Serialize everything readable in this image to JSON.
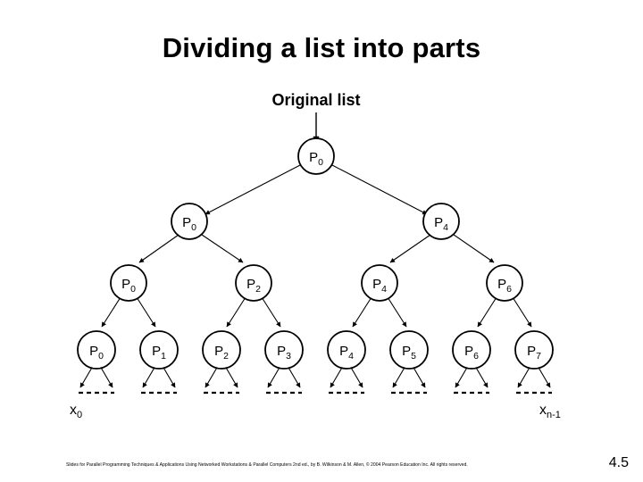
{
  "slide": {
    "title": "Dividing a list into parts",
    "page_number": "4.5",
    "footer_credit": "Slides for Parallel Programming Techniques & Applications Using Networked Workstations & Parallel Computers 2nd ed., by B. Wilkinson & M. Allen, © 2004 Pearson Education Inc. All rights reserved.",
    "background_color": "#ffffff",
    "ink_color": "#000000"
  },
  "diagram": {
    "type": "binary-tree",
    "top_label": "Original list",
    "left_axis_label": "x",
    "levels": [
      {
        "level": 1,
        "nodes": [
          {
            "label": "P",
            "sub": "0"
          }
        ]
      },
      {
        "level": 2,
        "nodes": [
          {
            "label": "P",
            "sub": "0"
          },
          {
            "label": "P",
            "sub": "4"
          }
        ]
      },
      {
        "level": 3,
        "nodes": [
          {
            "label": "P",
            "sub": "0"
          },
          {
            "label": "P",
            "sub": "2"
          },
          {
            "label": "P",
            "sub": "4"
          },
          {
            "label": "P",
            "sub": "6"
          }
        ]
      },
      {
        "level": 4,
        "nodes": [
          {
            "label": "P",
            "sub": "0"
          },
          {
            "label": "P",
            "sub": "1"
          },
          {
            "label": "P",
            "sub": "2"
          },
          {
            "label": "P",
            "sub": "3"
          },
          {
            "label": "P",
            "sub": "4"
          },
          {
            "label": "P",
            "sub": "5"
          },
          {
            "label": "P",
            "sub": "6"
          },
          {
            "label": "P",
            "sub": "7"
          }
        ]
      }
    ],
    "element_labels": {
      "first": {
        "base": "x",
        "sub": "0"
      },
      "last": {
        "base": "x",
        "sub": "n-1"
      }
    },
    "node_text": {
      "root": "P0",
      "l2_left": "P0",
      "l2_right": "P4",
      "l3_1": "P0",
      "l3_2": "P2",
      "l3_3": "P4",
      "l3_4": "P6",
      "leaf_1": "P0",
      "leaf_2": "P1",
      "leaf_3": "P2",
      "leaf_4": "P3",
      "leaf_5": "P4",
      "leaf_6": "P5",
      "leaf_7": "P6",
      "leaf_8": "P7"
    }
  }
}
